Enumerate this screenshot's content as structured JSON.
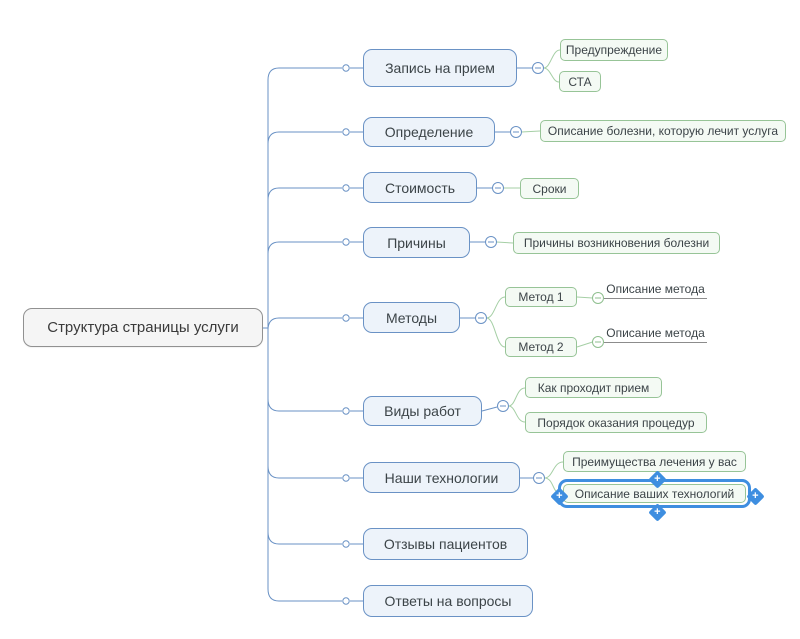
{
  "app": {
    "canvas_background": "#ffffff"
  },
  "colors": {
    "root_border": "#919191",
    "root_fill": "#f5f5f5",
    "topic_border": "#6a92c5",
    "topic_fill": "#edf3fa",
    "child_border": "#97c497",
    "child_fill": "#f4faf4",
    "line_blue": "#6a92c5",
    "line_green": "#a5cfa5",
    "line_gray": "#8c8c8c",
    "selection_blue": "#3e8ee0",
    "text": "#3c4448"
  },
  "icons": {
    "collapse_glyph": "minus-in-circle",
    "handle_glyph": "+"
  },
  "mindmap": {
    "root": {
      "label": "Структура страницы услуги"
    },
    "branches": [
      {
        "label": "Запись на прием",
        "children": [
          {
            "label": "Предупреждение"
          },
          {
            "label": "СТА"
          }
        ]
      },
      {
        "label": "Определение",
        "children": [
          {
            "label": "Описание болезни, которую лечит услуга"
          }
        ]
      },
      {
        "label": "Стоимость",
        "children": [
          {
            "label": "Сроки"
          }
        ]
      },
      {
        "label": "Причины",
        "children": [
          {
            "label": "Причины возникновения болезни"
          }
        ]
      },
      {
        "label": "Методы",
        "children": [
          {
            "label": "Метод 1",
            "children": [
              {
                "label": "Описание метода"
              }
            ]
          },
          {
            "label": "Метод 2",
            "children": [
              {
                "label": "Описание метода"
              }
            ]
          }
        ]
      },
      {
        "label": "Виды работ",
        "children": [
          {
            "label": "Как проходит прием"
          },
          {
            "label": "Порядок оказания процедур"
          }
        ]
      },
      {
        "label": "Наши технологии",
        "children": [
          {
            "label": "Преимущества лечения у вас"
          },
          {
            "label": "Описание ваших технологий",
            "selected": true
          }
        ]
      },
      {
        "label": "Отзывы пациентов",
        "children": []
      },
      {
        "label": "Ответы на вопросы",
        "children": []
      }
    ]
  }
}
